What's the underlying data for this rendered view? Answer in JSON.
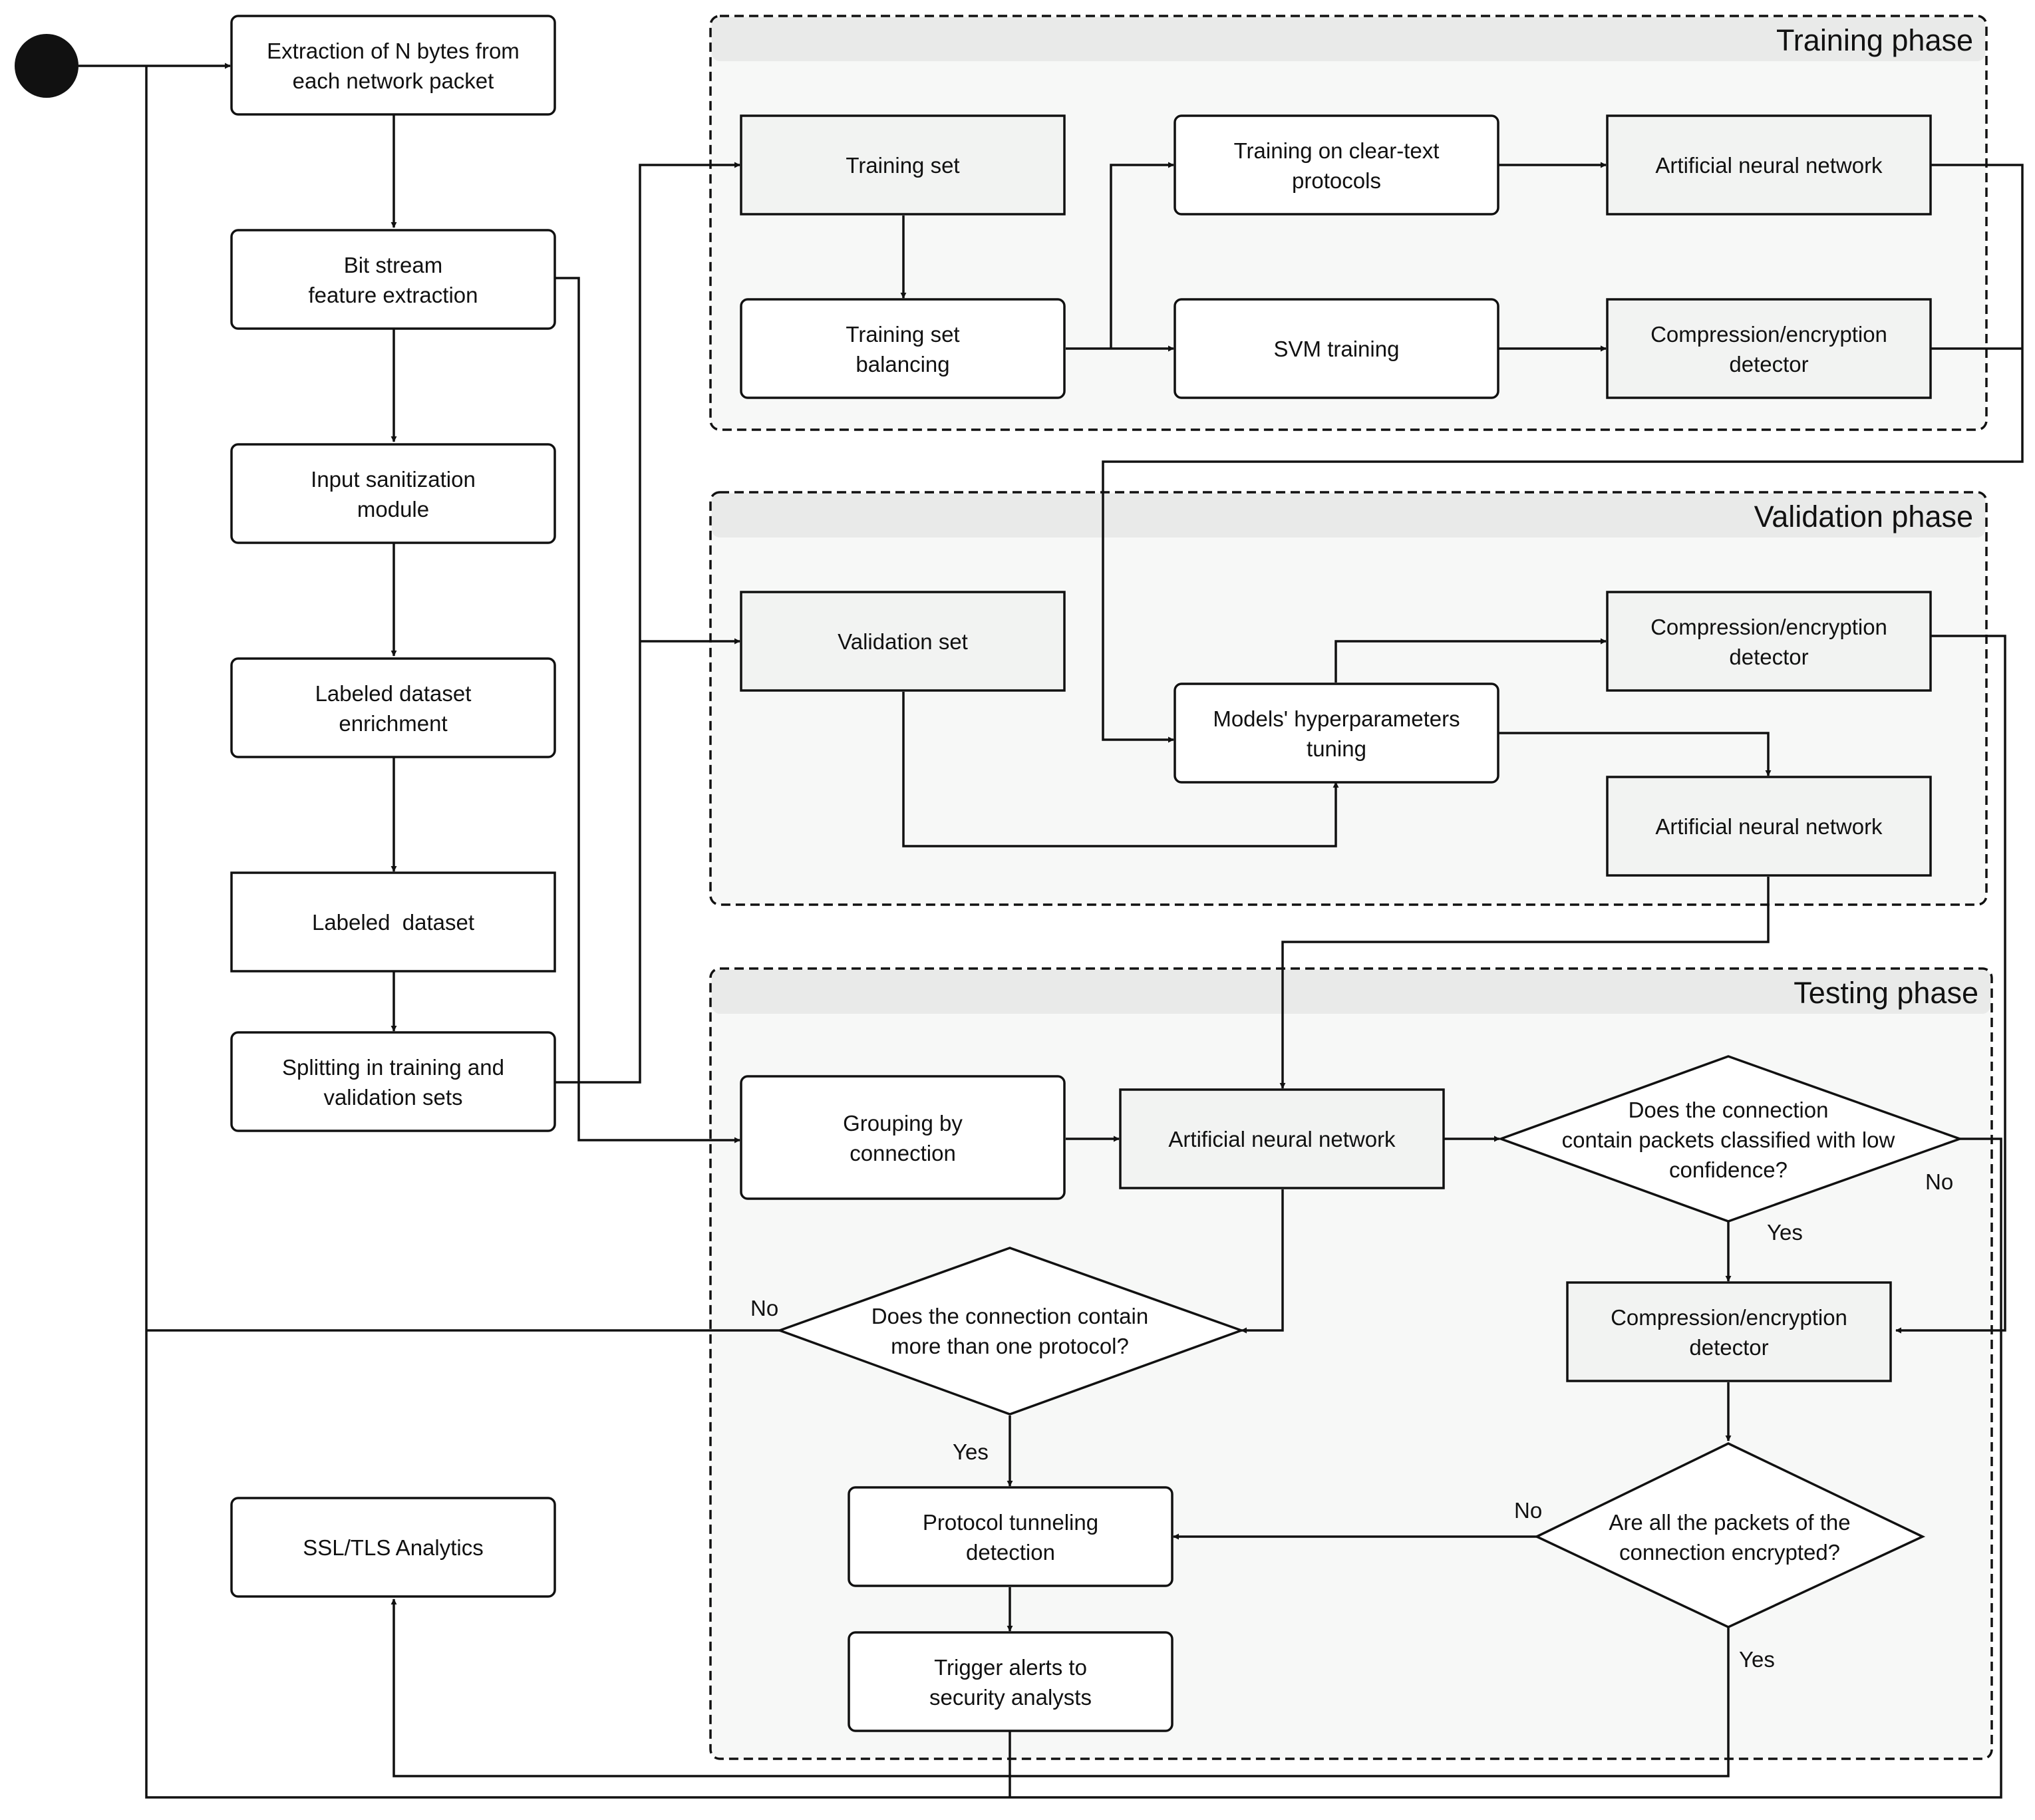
{
  "colors": {
    "stroke": "#111111",
    "node_fill": "#ffffff",
    "shaded_fill": "#f2f3f2",
    "phase_header": "#e9eae9",
    "phase_fill": "#f7f8f7"
  },
  "phases": {
    "training": "Training phase",
    "validation": "Validation phase",
    "testing": "Testing phase"
  },
  "nodes": {
    "extraction": [
      "Extraction of N bytes from",
      "each network packet"
    ],
    "bitstream": [
      "Bit stream",
      "feature extraction"
    ],
    "sanitization": [
      "Input sanitization",
      "module"
    ],
    "enrichment": [
      "Labeled dataset",
      "enrichment"
    ],
    "labeled": [
      "Labeled  dataset"
    ],
    "splitting": [
      "Splitting in training and",
      "validation sets"
    ],
    "ssl": [
      "SSL/TLS Analytics"
    ],
    "training_set": [
      "Training set"
    ],
    "balancing": [
      "Training set",
      "balancing"
    ],
    "cleartext": [
      "Training on clear-text",
      "protocols"
    ],
    "svm": [
      "SVM training"
    ],
    "ann_train": [
      "Artificial neural network"
    ],
    "ced_train": [
      "Compression/encryption",
      "detector"
    ],
    "validation_set": [
      "Validation set"
    ],
    "tuning": [
      "Models' hyperparameters",
      "tuning"
    ],
    "ced_val": [
      "Compression/encryption",
      "detector"
    ],
    "ann_val": [
      "Artificial neural network"
    ],
    "grouping": [
      "Grouping by",
      "connection"
    ],
    "ann_test": [
      "Artificial neural network"
    ],
    "low_conf": [
      "Does the connection",
      "contain packets classified with low",
      "confidence?"
    ],
    "multi_proto": [
      "Does the connection contain",
      "more than one protocol?"
    ],
    "ced_test": [
      "Compression/encryption",
      "detector"
    ],
    "tunneling": [
      "Protocol tunneling",
      "detection"
    ],
    "all_enc": [
      "Are all the packets of the",
      "connection encrypted?"
    ],
    "alerts": [
      "Trigger alerts to",
      "security analysts"
    ]
  },
  "edge_labels": {
    "low_conf_no": "No",
    "low_conf_yes": "Yes",
    "multi_no": "No",
    "multi_yes": "Yes",
    "enc_no": "No",
    "enc_yes": "Yes"
  }
}
